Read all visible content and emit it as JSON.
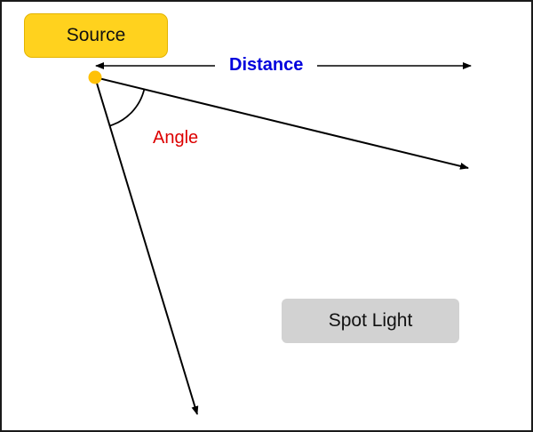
{
  "diagram": {
    "source_label": "Source",
    "distance_label": "Distance",
    "angle_label": "Angle",
    "spotlight_label": "Spot Light",
    "colors": {
      "source_fill": "#FFD21E",
      "source_border": "#E3B400",
      "dot_fill": "#FFC107",
      "distance_text": "#0000DD",
      "angle_text": "#DD0000",
      "spotlight_fill": "#D2D2D2",
      "line": "#000000"
    }
  }
}
